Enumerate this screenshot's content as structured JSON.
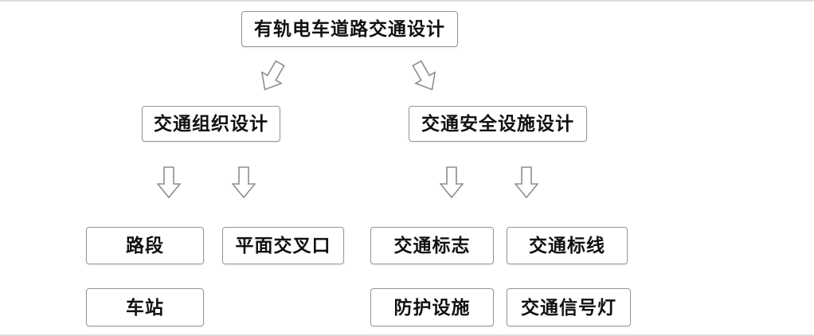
{
  "diagram": {
    "root": "有轨电车道路交通设计",
    "branches": {
      "left": {
        "label": "交通组织设计",
        "children": [
          "路段",
          "平面交叉口",
          "车站"
        ]
      },
      "right": {
        "label": "交通安全设施设计",
        "children": [
          "交通标志",
          "交通标线",
          "防护设施",
          "交通信号灯"
        ]
      }
    }
  },
  "icons": {
    "arrow": "hollow-block-arrow-down"
  },
  "colors": {
    "background": "#ffffff",
    "box_fill": "#ffffff",
    "box_border": "#979797",
    "arrow_outline": "#8d8d8d",
    "text": "#111111",
    "edge_lines": "#dedede"
  }
}
